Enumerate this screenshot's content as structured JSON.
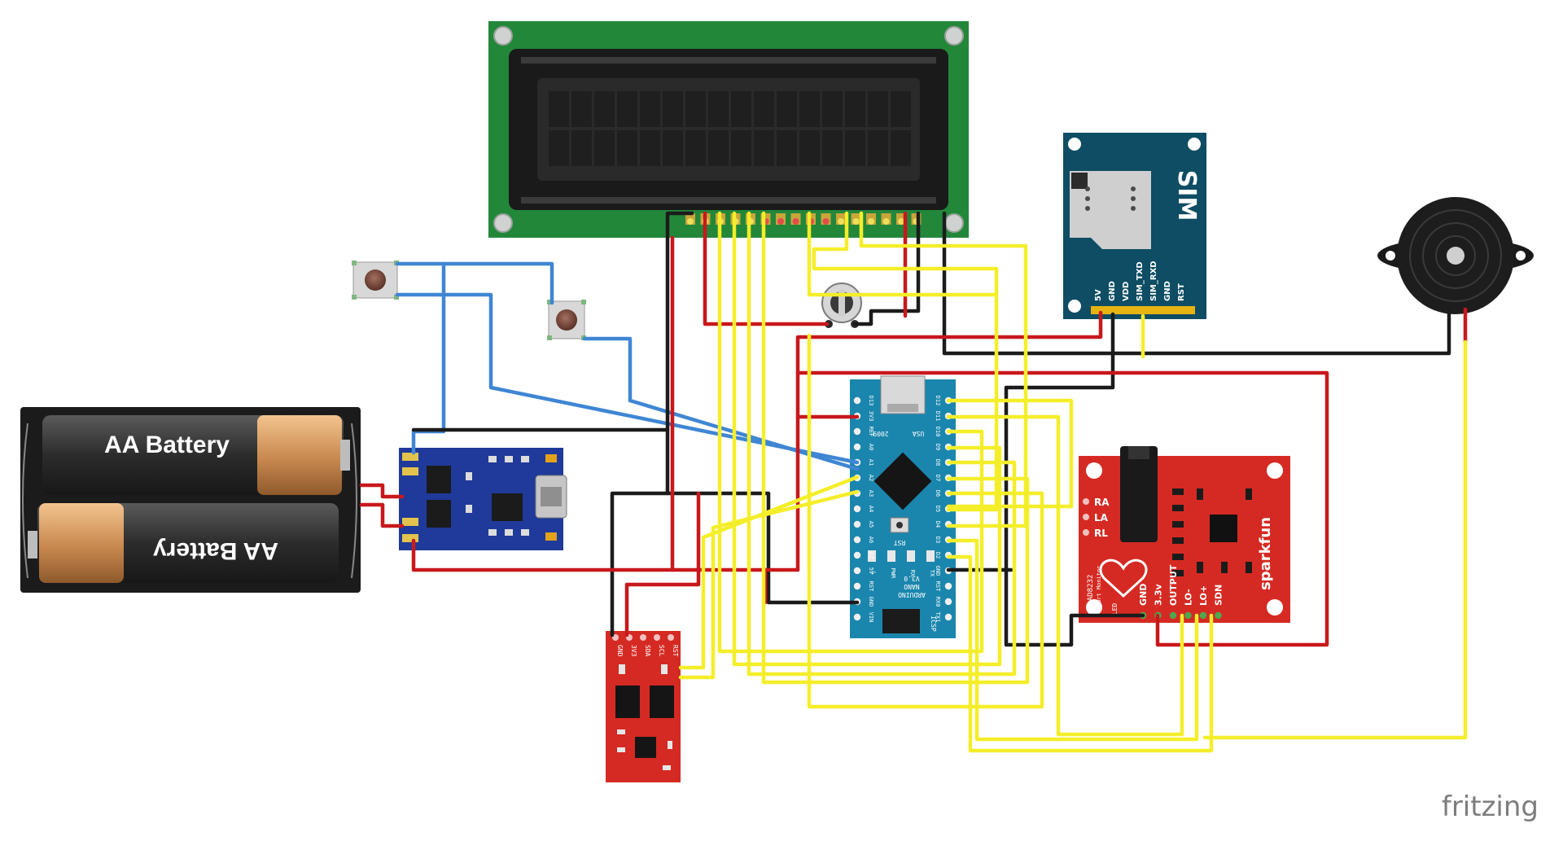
{
  "colors": {
    "wire_yellow": "#f4ee2a",
    "wire_red": "#c8181c",
    "wire_black": "#1b1b1b",
    "wire_blue": "#3f86d4",
    "lcd_board": "#23873a",
    "gsm_board": "#0e4d64",
    "charger_board": "#1f3a9a",
    "sparkfun_red": "#d52a23",
    "nano_blue": "#1b86ad"
  },
  "battery": {
    "label_top": "AA Battery",
    "label_bottom": "AA Battery"
  },
  "gsm": {
    "chip_label": "SIM",
    "pins": [
      "5V",
      "GND",
      "VDD",
      "SIM_TXD",
      "SIM_RXD",
      "GND",
      "RST"
    ]
  },
  "nano": {
    "lines": [
      "ARDUINO",
      "NANO",
      "V3.0"
    ],
    "model": "2009",
    "origin": "USA",
    "rst": "RST",
    "icsp": "ICSP",
    "leds": [
      "L",
      "PWR",
      "RX",
      "TX"
    ],
    "pins_left": [
      "D13",
      "3V3",
      "REF",
      "A0",
      "A1",
      "A2",
      "A3",
      "A4",
      "A5",
      "A6",
      "A7",
      "5V",
      "RST",
      "GND",
      "VIN"
    ],
    "pins_right": [
      "D12",
      "D11",
      "D10",
      "D9",
      "D8",
      "D7",
      "D6",
      "D5",
      "D4",
      "D3",
      "D2",
      "GND",
      "RST",
      "RX0",
      "TX1"
    ]
  },
  "heart": {
    "chip": "AD8232",
    "subtitle": "Heart Monitor",
    "brand": "sparkfun",
    "side_pins": [
      "RA",
      "LA",
      "RL"
    ],
    "bottom_pins": [
      "GND",
      "3.3v",
      "OUTPUT",
      "LO-",
      "LO+",
      "SDN"
    ],
    "led": "LED"
  },
  "imu": {
    "pins": [
      "GND",
      "3V3",
      "SDA",
      "SCL",
      "RST"
    ]
  },
  "watermark": "fritzing"
}
